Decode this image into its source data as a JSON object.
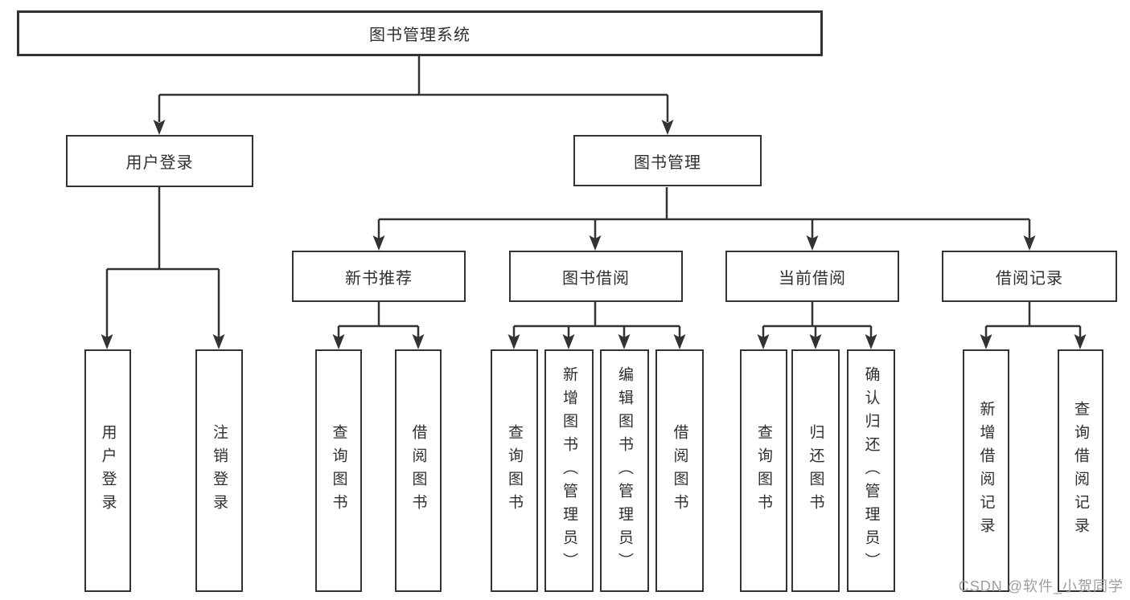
{
  "diagram_title": "图书管理系统",
  "tree": {
    "root": {
      "label": "图书管理系统",
      "children": [
        {
          "label": "用户登录",
          "children": [
            {
              "label": "用户登录"
            },
            {
              "label": "注销登录"
            }
          ]
        },
        {
          "label": "图书管理",
          "children": [
            {
              "label": "新书推荐",
              "children": [
                {
                  "label": "查询图书"
                },
                {
                  "label": "借阅图书"
                }
              ]
            },
            {
              "label": "图书借阅",
              "children": [
                {
                  "label": "查询图书"
                },
                {
                  "label": "新增图书（管理员）"
                },
                {
                  "label": "编辑图书（管理员）"
                },
                {
                  "label": "借阅图书"
                }
              ]
            },
            {
              "label": "当前借阅",
              "children": [
                {
                  "label": "查询图书"
                },
                {
                  "label": "归还图书"
                },
                {
                  "label": "确认归还（管理员）"
                }
              ]
            },
            {
              "label": "借阅记录",
              "children": [
                {
                  "label": "新增借阅记录"
                },
                {
                  "label": "查询借阅记录"
                }
              ]
            }
          ]
        }
      ]
    }
  },
  "watermark": {
    "text": "CSDN @软件_小贺同学"
  },
  "colors": {
    "line": "#333333",
    "box_border": "#333333",
    "text": "#2f2f2f",
    "watermark": "#9e9e9e",
    "background": "#ffffff"
  }
}
